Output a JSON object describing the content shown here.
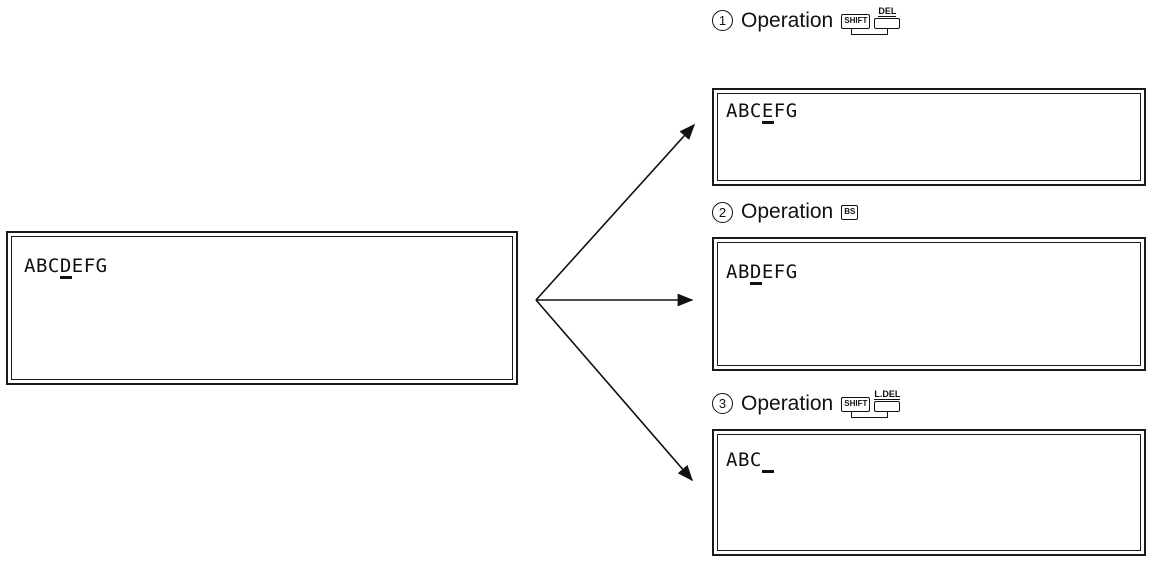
{
  "source_display": {
    "text_before": "ABC",
    "cursor_char": "D",
    "text_after": "EFG"
  },
  "operations": [
    {
      "number": "1",
      "label": "Operation",
      "keys": [
        "SHIFT",
        "DEL"
      ],
      "result_before": "ABC",
      "result_cursor": "E",
      "result_after": "FG"
    },
    {
      "number": "2",
      "label": "Operation",
      "keys": [
        "BS"
      ],
      "result_before": "AB",
      "result_cursor": "D",
      "result_after": "EFG"
    },
    {
      "number": "3",
      "label": "Operation",
      "keys": [
        "SHIFT",
        "L.DEL"
      ],
      "result_before": "ABC",
      "result_cursor": " ",
      "result_after": ""
    }
  ],
  "colors": {
    "line": "#111111",
    "background": "#ffffff"
  }
}
